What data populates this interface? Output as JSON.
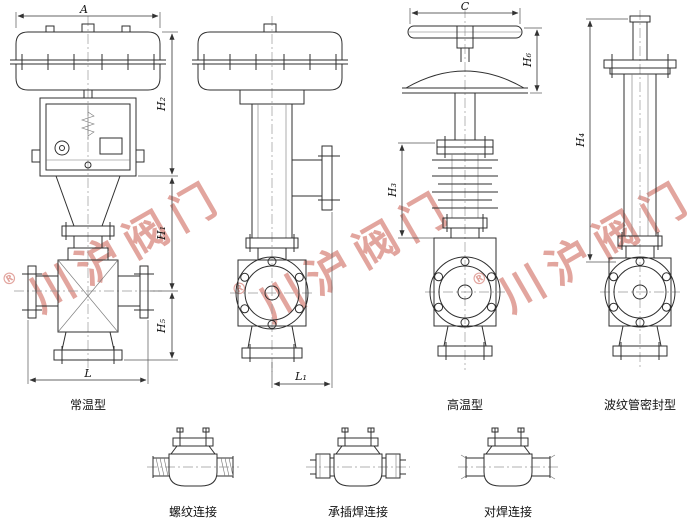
{
  "figures": {
    "normal_temp": {
      "caption": "常温型",
      "dim_a": "A",
      "dim_h2": "H₂",
      "dim_h1": "H₁",
      "dim_h5": "H₅",
      "dim_l": "L"
    },
    "side_view": {
      "dim_l1": "L₁"
    },
    "high_temp": {
      "caption": "高温型",
      "dim_c": "C",
      "dim_h6": "H₆",
      "dim_h3": "H₃"
    },
    "bellows": {
      "caption": "波纹管密封型",
      "dim_h4": "H₄"
    }
  },
  "connections": {
    "threaded": "螺纹连接",
    "socket_weld": "承插焊连接",
    "butt_weld": "对焊连接"
  },
  "watermark": {
    "text": "川沪阀门",
    "mark": "®"
  }
}
